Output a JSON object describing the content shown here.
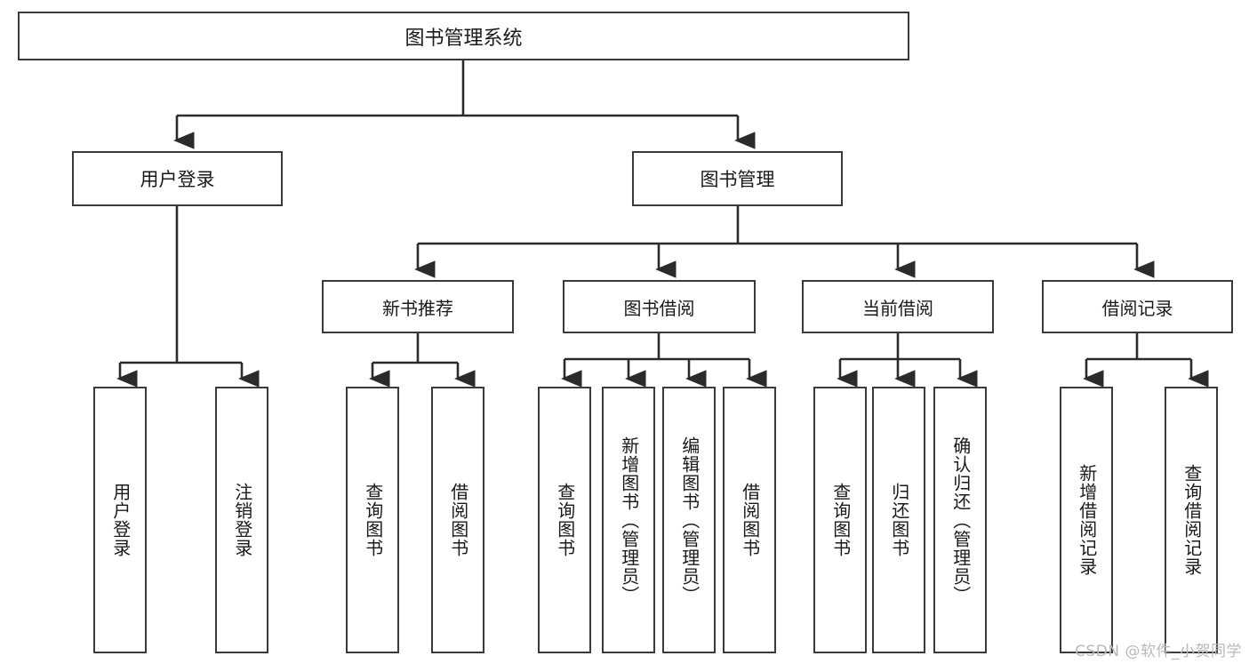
{
  "diagram": {
    "type": "tree-hierarchy",
    "title": "图书管理系统",
    "root": {
      "id": "root",
      "label": "图书管理系统"
    },
    "level2": [
      {
        "id": "user-login",
        "label": "用户登录"
      },
      {
        "id": "book-management",
        "label": "图书管理"
      }
    ],
    "level3": [
      {
        "id": "new-book-recommend",
        "label": "新书推荐",
        "parent": "book-management"
      },
      {
        "id": "book-borrow",
        "label": "图书借阅",
        "parent": "book-management"
      },
      {
        "id": "current-borrow",
        "label": "当前借阅",
        "parent": "book-management"
      },
      {
        "id": "borrow-record",
        "label": "借阅记录",
        "parent": "book-management"
      }
    ],
    "leaves": [
      {
        "id": "leaf-user-login",
        "label": "用户登录",
        "parent": "user-login"
      },
      {
        "id": "leaf-logout-login",
        "label": "注销登录",
        "parent": "user-login"
      },
      {
        "id": "leaf-query-book-1",
        "label": "查询图书",
        "parent": "new-book-recommend"
      },
      {
        "id": "leaf-borrow-book-1",
        "label": "借阅图书",
        "parent": "new-book-recommend"
      },
      {
        "id": "leaf-query-book-2",
        "label": "查询图书",
        "parent": "book-borrow"
      },
      {
        "id": "leaf-add-book",
        "label": "新增图书（管理员）",
        "parent": "book-borrow"
      },
      {
        "id": "leaf-edit-book",
        "label": "编辑图书（管理员）",
        "parent": "book-borrow"
      },
      {
        "id": "leaf-borrow-book-2",
        "label": "借阅图书",
        "parent": "book-borrow"
      },
      {
        "id": "leaf-query-book-3",
        "label": "查询图书",
        "parent": "current-borrow"
      },
      {
        "id": "leaf-return-book",
        "label": "归还图书",
        "parent": "current-borrow"
      },
      {
        "id": "leaf-confirm-return",
        "label": "确认归还（管理员）",
        "parent": "current-borrow"
      },
      {
        "id": "leaf-add-record",
        "label": "新增借阅记录",
        "parent": "borrow-record"
      },
      {
        "id": "leaf-query-record",
        "label": "查询借阅记录",
        "parent": "borrow-record"
      }
    ],
    "colors": {
      "box_border": "#3a3a3a",
      "box_fill": "#ffffff",
      "connector": "#2b2b2b",
      "text": "#1a1a1a",
      "watermark": "#b9b9b9"
    }
  },
  "watermark": {
    "text": "CSDN @软件_小贺同学"
  }
}
